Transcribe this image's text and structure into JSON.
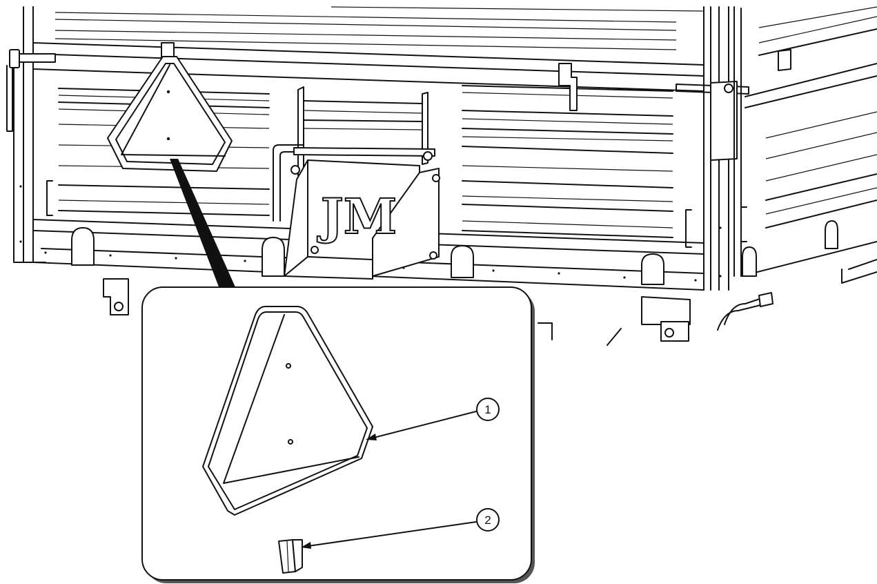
{
  "figure": {
    "brand_mark": "JM",
    "callouts": [
      {
        "number": "1"
      },
      {
        "number": "2"
      }
    ]
  }
}
